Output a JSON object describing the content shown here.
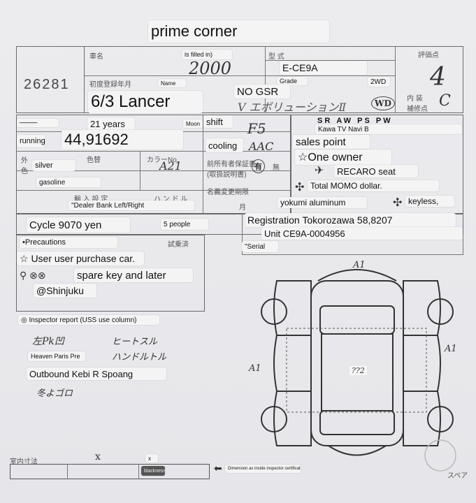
{
  "header": {
    "title": "prime corner"
  },
  "vehicle": {
    "lot_number": "26281",
    "filled_in_note": "is filled in)",
    "displacement": "2000",
    "model_code": "E-CE9A",
    "grade_label": "Grade",
    "grade_value": "NO GSR",
    "name_label": "Name",
    "name_value": "6/3 Lancer",
    "drive": "2WD",
    "score": "4",
    "interior_grade": "C",
    "years": "21 years",
    "moon_label": "Moon",
    "shift_label": "shift",
    "shift_value": "F5",
    "mileage": "44,91692",
    "running_label": "running",
    "cooling_label": "cooling",
    "cooling_value": "AAC",
    "color": "silver",
    "color_code": "A21",
    "fuel": "gasoline",
    "dealer_note": "\"Dealer Bank Left/Right",
    "capacity": "5 people",
    "cycle": "Cycle 9070 yen",
    "registration": "Registration Tokorozawa 58,8207",
    "unit": "Unit CE9A-0004956",
    "serial_label": "\"Serial"
  },
  "equipment": {
    "kawa_tv": "Kawa TV Navi B",
    "sales_point_label": "sales point",
    "one_owner": "☆One owner",
    "recaro": "RECARO seat",
    "momo": "Total MOMO dollar.",
    "aluminum": "yokumi aluminum",
    "keyless": "keyless,",
    "badges": [
      "SR",
      "AW",
      "PS",
      "PW"
    ]
  },
  "precautions": {
    "label": "•Precautions",
    "line1": "☆ User user purchase car.",
    "line2": "spare key and later",
    "line3": "@Shinjuku"
  },
  "inspector": {
    "label": "◎ Inspector report (USS use column)",
    "line1": "Heaven Paris Pre",
    "line2": "Outbound Kebi R Spoang"
  },
  "footer": {
    "x_mark": "x",
    "blackness": "blackness",
    "dimension_note": "Dimension as inside inspector certificate"
  },
  "diagram": {
    "mark_front": "A1",
    "mark_right": "A1",
    "mark_left": "A1",
    "mark_roof": "??2"
  }
}
